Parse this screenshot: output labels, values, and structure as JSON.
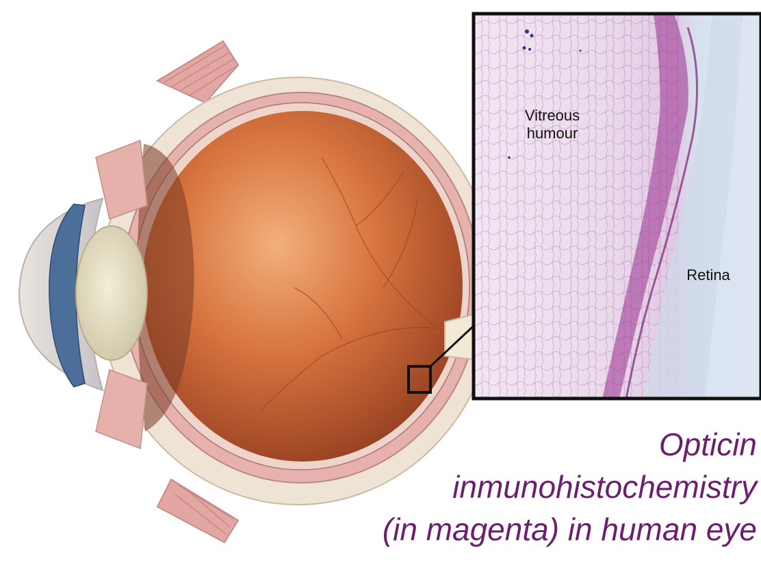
{
  "labels": {
    "vitreous_line1": "Vitreous",
    "vitreous_line2": "humour",
    "retina": "Retina"
  },
  "caption": {
    "line1": "Opticin",
    "line2": "inmunohistochemistry",
    "line3": "(in magenta) in human eye"
  },
  "colors": {
    "caption": "#6b1f6e",
    "stain": "#9a2f8f",
    "fundus": "#c8653a",
    "frame": "#111111"
  }
}
